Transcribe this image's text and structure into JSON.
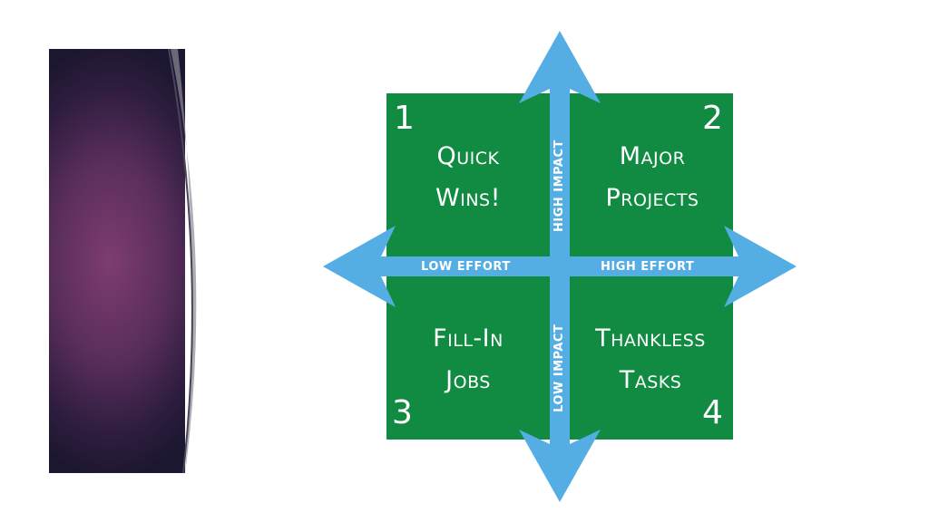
{
  "quadrants": {
    "q1": {
      "number": "1",
      "title_line1": "Quick",
      "title_line2": "Wins!"
    },
    "q2": {
      "number": "2",
      "title_line1": "Major",
      "title_line2": "Projects"
    },
    "q3": {
      "number": "3",
      "title_line1": "Fill-In",
      "title_line2": "Jobs"
    },
    "q4": {
      "number": "4",
      "title_line1": "Thankless",
      "title_line2": "Tasks"
    }
  },
  "axes": {
    "left": "LOW EFFORT",
    "right": "HIGH EFFORT",
    "top": "HIGH IMPACT",
    "bottom": "LOW IMPACT"
  },
  "colors": {
    "quadrant_fill": "#118a42",
    "arrow_fill": "#55aee3",
    "text": "#ffffff"
  }
}
